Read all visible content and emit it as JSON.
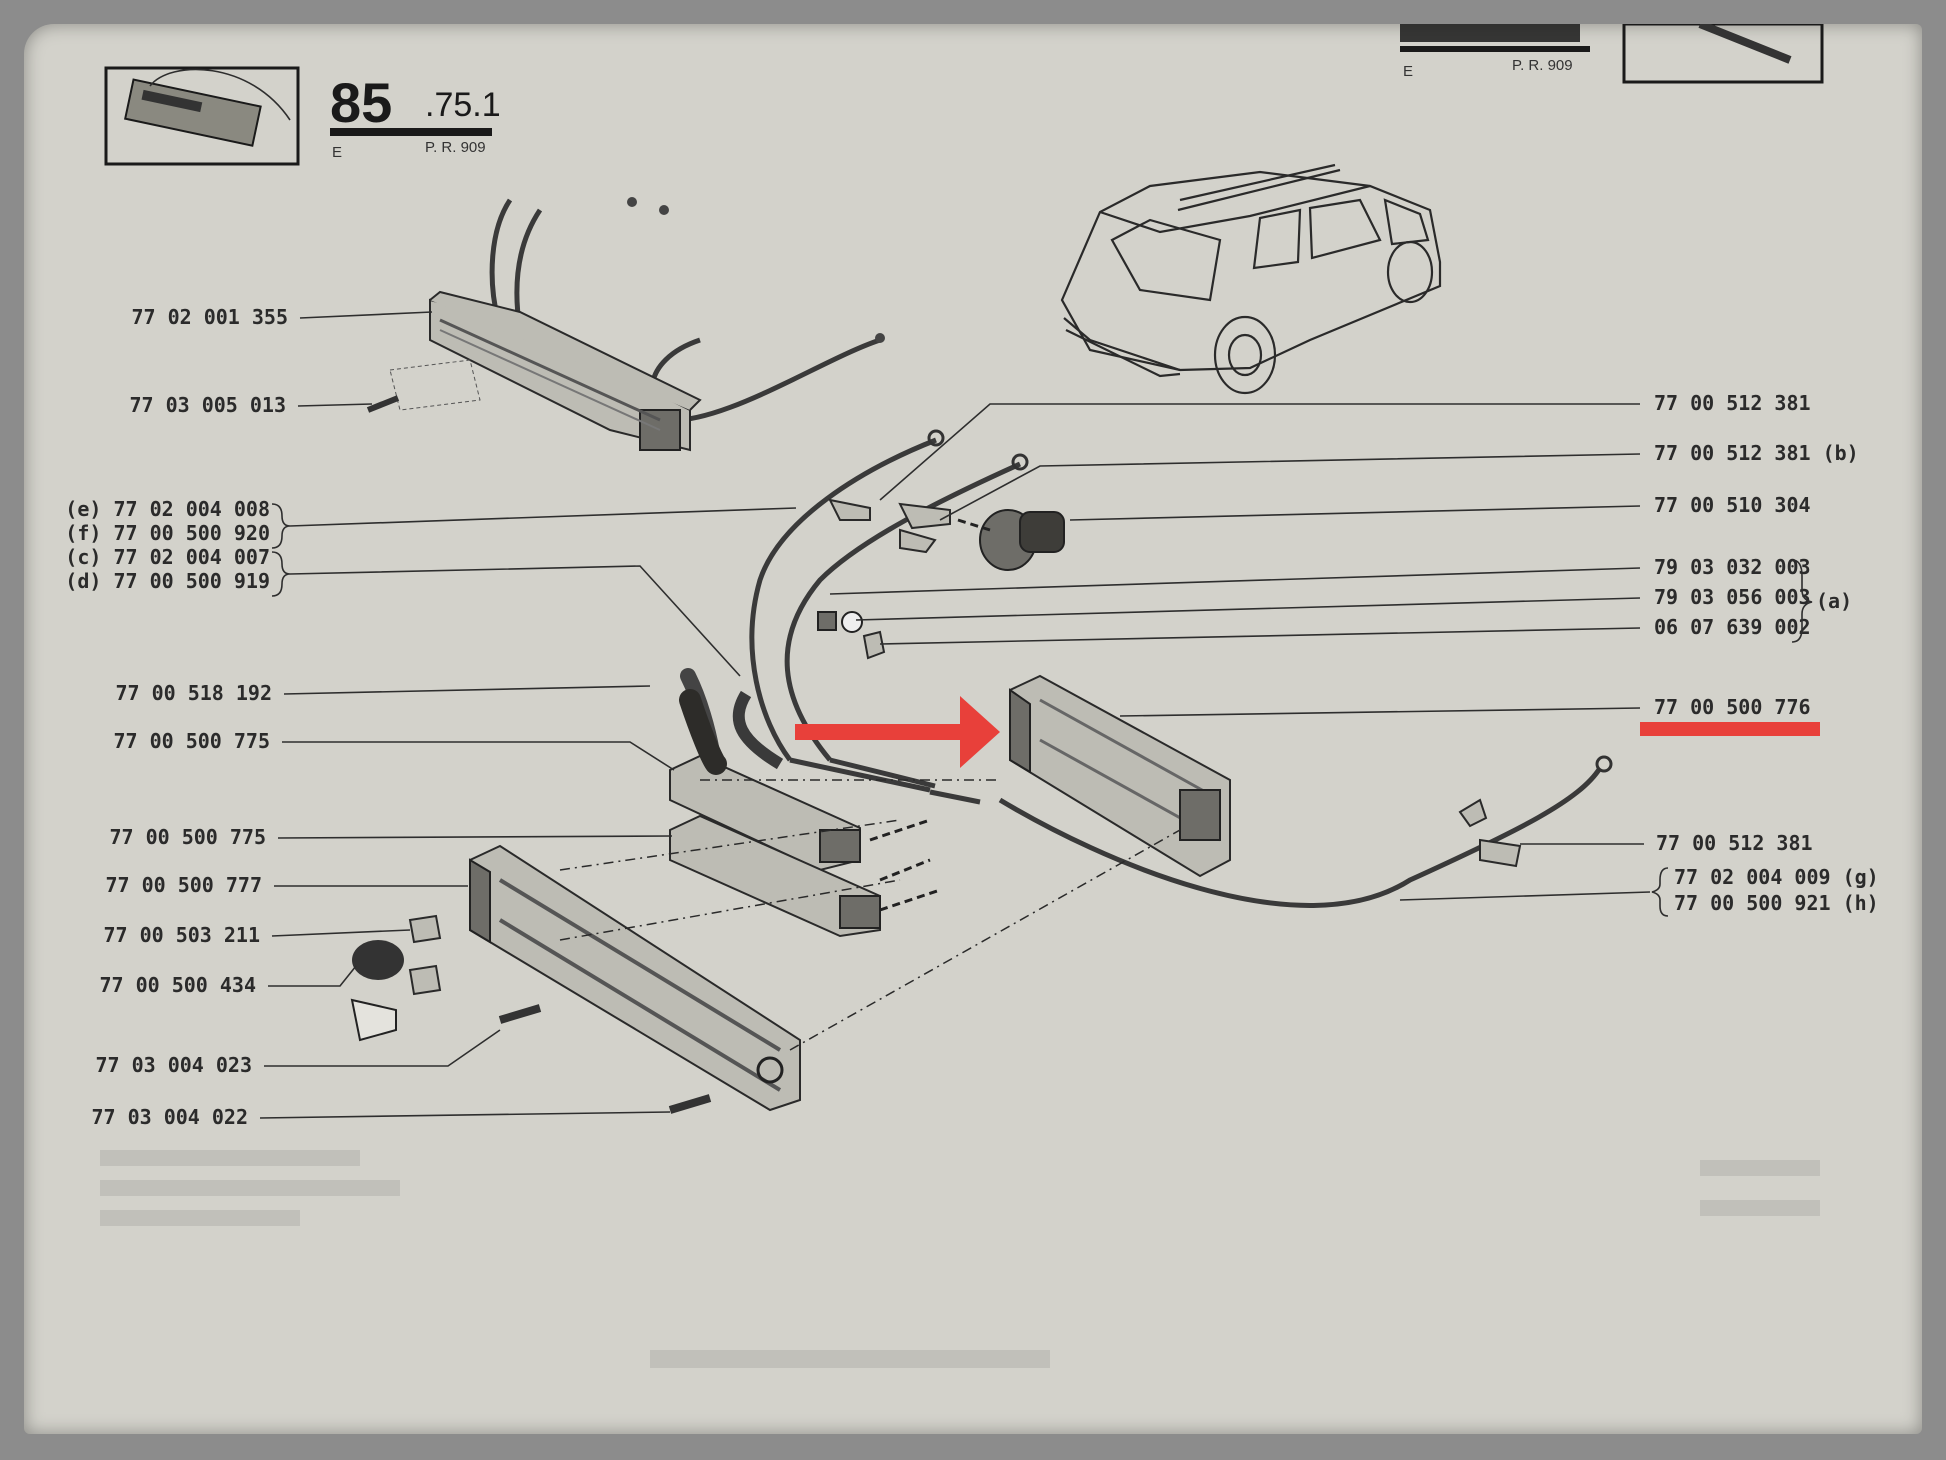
{
  "header_left": {
    "number": "85",
    "sub": ".75.1",
    "left_code": "E",
    "ref": "P. R. 909"
  },
  "header_right": {
    "left_code": "E",
    "ref": "P. R. 909"
  },
  "labels_left": [
    "77 02 001 355",
    "77 03 005 013",
    "(e) 77 02 004 008",
    "(f) 77 00 500 920",
    "(c) 77 02 004 007",
    "(d) 77 00 500 919",
    "77 00 518 192",
    "77 00 500 775",
    "77 00 500 775",
    "77 00 500 777",
    "77 00 503 211",
    "77 00 500 434",
    "77 03 004 023",
    "77 03 004 022"
  ],
  "labels_right": [
    "77 00 512 381",
    "77 00 512 381 (b)",
    "77 00 510 304",
    "79 03 032 003",
    "79 03 056 003",
    "06 07 639 002",
    "77 00 500 776",
    "77 00 512 381",
    "77 02 004 009 (g)",
    "77 00 500 921 (h)"
  ],
  "group_a": "(a)",
  "highlight": {
    "color": "#e8403a",
    "target": "77 00 500 776"
  },
  "colors": {
    "paper": "#d3d2cb",
    "frame": "#8c8c8c",
    "ink": "#2b2b2b",
    "highlight": "#e8403a"
  }
}
